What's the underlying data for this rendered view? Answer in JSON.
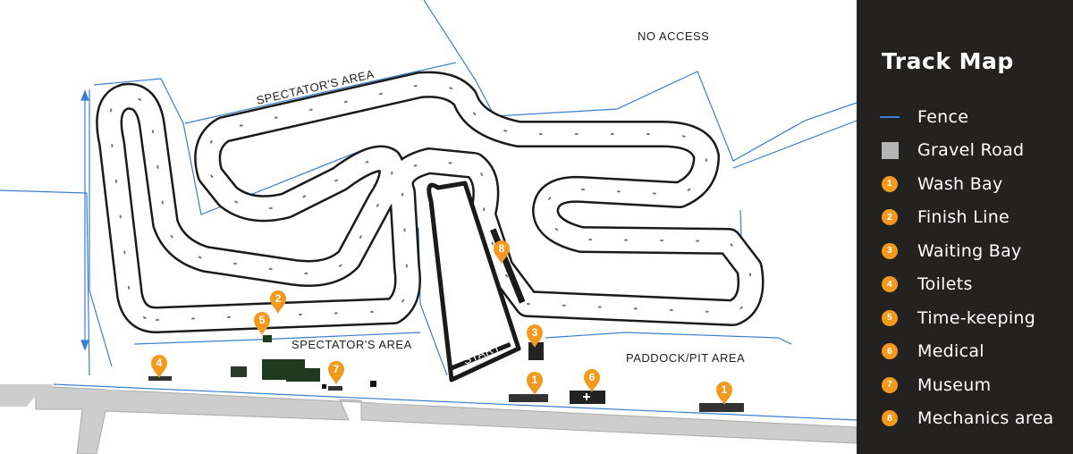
{
  "map_labels": {
    "no_access": "NO ACCESS",
    "spectators_top": "SPECTATOR'S AREA",
    "spectators_bottom": "SPECTATOR'S AREA",
    "paddock": "PADDOCK/PIT AREA",
    "start": "START"
  },
  "pins": [
    {
      "num": "4",
      "name": "Toilets"
    },
    {
      "num": "5",
      "name": "Time-keeping"
    },
    {
      "num": "2",
      "name": "Finish Line"
    },
    {
      "num": "7",
      "name": "Museum"
    },
    {
      "num": "8",
      "name": "Mechanics area"
    },
    {
      "num": "3",
      "name": "Waiting Bay"
    },
    {
      "num": "1",
      "name": "Wash Bay"
    },
    {
      "num": "6",
      "name": "Medical"
    },
    {
      "num": "1",
      "name": "Wash Bay"
    }
  ],
  "legend": {
    "title": "Track Map",
    "items": [
      {
        "kind": "line",
        "label": "Fence"
      },
      {
        "kind": "rect",
        "label": "Gravel Road"
      },
      {
        "kind": "dot",
        "num": "1",
        "label": "Wash Bay"
      },
      {
        "kind": "dot",
        "num": "2",
        "label": "Finish Line"
      },
      {
        "kind": "dot",
        "num": "3",
        "label": "Waiting Bay"
      },
      {
        "kind": "dot",
        "num": "4",
        "label": "Toilets"
      },
      {
        "kind": "dot",
        "num": "5",
        "label": "Time-keeping"
      },
      {
        "kind": "dot",
        "num": "6",
        "label": "Medical"
      },
      {
        "kind": "dot",
        "num": "7",
        "label": "Museum"
      },
      {
        "kind": "dot",
        "num": "8",
        "label": "Mechanics area"
      }
    ]
  },
  "colors": {
    "fence": "#3a7ed1",
    "gravel_road": "#cdcdcd",
    "track": "#1a1a1a",
    "pin": "#f39a1e",
    "facility": "#1f3a1f",
    "legend_bg": "#242121"
  }
}
